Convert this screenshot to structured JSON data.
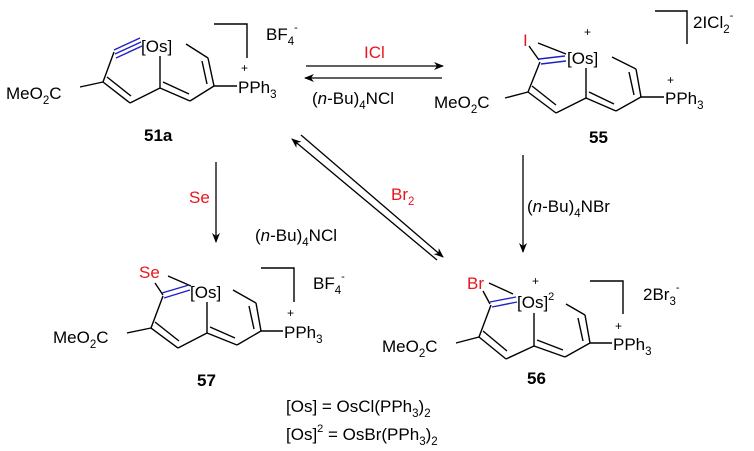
{
  "scheme": {
    "compounds": {
      "c51a": {
        "label": "51a",
        "metal": "[Os]",
        "ester": [
          "MeO",
          "2",
          "C"
        ],
        "phosphonium": [
          "PPh",
          "3"
        ],
        "phosphonium_charge": "+",
        "counterion": [
          "BF",
          "4",
          "-"
        ],
        "carbyne_bond": "triple"
      },
      "c55": {
        "label": "55",
        "metal": "[Os]",
        "metal_charge": "+",
        "halogen": "I",
        "ester": [
          "MeO",
          "2",
          "C"
        ],
        "phosphonium": [
          "PPh",
          "3"
        ],
        "phosphonium_charge": "+",
        "counterion": [
          "2ICl",
          "2",
          "-"
        ]
      },
      "c57": {
        "label": "57",
        "metal": "[Os]",
        "chalcogen": "Se",
        "ester": [
          "MeO",
          "2",
          "C"
        ],
        "phosphonium": [
          "PPh",
          "3"
        ],
        "phosphonium_charge": "+",
        "counterion": [
          "BF",
          "4",
          "-"
        ]
      },
      "c56": {
        "label": "56",
        "metal": "[Os]",
        "metal_superscript": "2",
        "metal_charge": "+",
        "halogen": "Br",
        "ester": [
          "MeO",
          "2",
          "C"
        ],
        "phosphonium": [
          "PPh",
          "3"
        ],
        "phosphonium_charge": "+",
        "counterion": [
          "2Br",
          "3",
          "-"
        ]
      }
    },
    "reagents": {
      "icl": "ICl",
      "nbu4ncl_top": [
        "(",
        "n",
        "-Bu)",
        "4",
        "NCl"
      ],
      "se": "Se",
      "br2": [
        "Br",
        "2"
      ],
      "nbu4ncl_mid": [
        "(",
        "n",
        "-Bu)",
        "4",
        "NCl"
      ],
      "nbu4nbr": [
        "(",
        "n",
        "-Bu)",
        "4",
        "NBr"
      ]
    },
    "legend": {
      "line1": [
        "[Os] = OsCl(PPh",
        "3",
        ")",
        "2"
      ],
      "line2": [
        "[Os]",
        "2",
        " = OsBr(PPh",
        "3",
        ")",
        "2"
      ]
    },
    "colors": {
      "reagent_red": "#e8161d",
      "bond_blue": "#1f1fc8",
      "ink": "#000000"
    }
  }
}
